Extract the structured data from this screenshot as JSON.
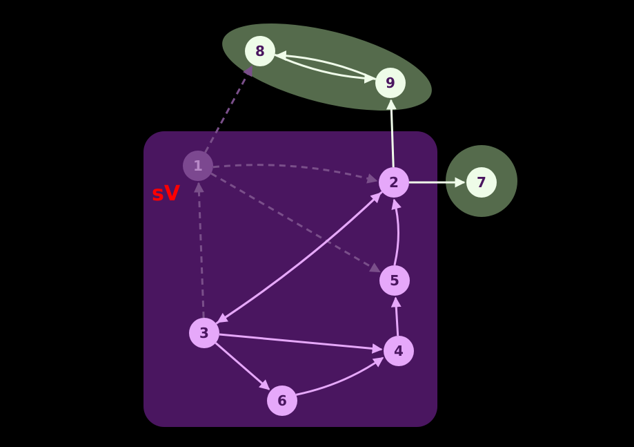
{
  "colors": {
    "background": "#000000",
    "scc_region": "#4a1660",
    "green_region": "#556b4c",
    "purple_node": "#e6a8fa",
    "faded_node": "#7c4890",
    "green_node": "#eefce8",
    "purple_edge": "#e6a8fa",
    "faded_edge": "#7a4f8a",
    "green_edge": "#f0fcea",
    "node_text": "#4a1660",
    "label_red": "#ff0000"
  },
  "regions": {
    "scc_label": "sV"
  },
  "nodes": [
    {
      "id": "1",
      "label": "1",
      "style": "faded"
    },
    {
      "id": "2",
      "label": "2",
      "style": "purple"
    },
    {
      "id": "3",
      "label": "3",
      "style": "purple"
    },
    {
      "id": "4",
      "label": "4",
      "style": "purple"
    },
    {
      "id": "5",
      "label": "5",
      "style": "purple"
    },
    {
      "id": "6",
      "label": "6",
      "style": "purple"
    },
    {
      "id": "7",
      "label": "7",
      "style": "green"
    },
    {
      "id": "8",
      "label": "8",
      "style": "green"
    },
    {
      "id": "9",
      "label": "9",
      "style": "green"
    }
  ],
  "edges": [
    {
      "from": "1",
      "to": "8",
      "style": "dashed"
    },
    {
      "from": "1",
      "to": "2",
      "style": "dashed"
    },
    {
      "from": "1",
      "to": "5",
      "style": "dashed"
    },
    {
      "from": "3",
      "to": "1",
      "style": "dashed"
    },
    {
      "from": "2",
      "to": "9",
      "style": "green"
    },
    {
      "from": "2",
      "to": "7",
      "style": "green"
    },
    {
      "from": "8",
      "to": "9",
      "style": "green"
    },
    {
      "from": "9",
      "to": "8",
      "style": "green"
    },
    {
      "from": "2",
      "to": "3",
      "style": "solid"
    },
    {
      "from": "3",
      "to": "2",
      "style": "solid"
    },
    {
      "from": "5",
      "to": "2",
      "style": "solid"
    },
    {
      "from": "4",
      "to": "5",
      "style": "solid"
    },
    {
      "from": "3",
      "to": "4",
      "style": "solid"
    },
    {
      "from": "3",
      "to": "6",
      "style": "solid"
    },
    {
      "from": "6",
      "to": "4",
      "style": "solid"
    }
  ]
}
